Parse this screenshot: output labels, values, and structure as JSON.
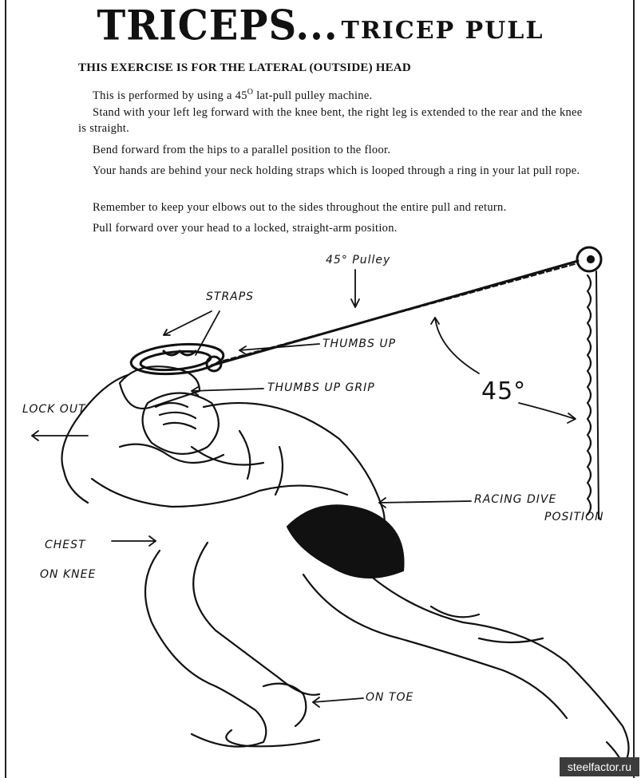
{
  "title": {
    "main": "TRICEPS...",
    "sub": "TRICEP PULL"
  },
  "subhead": "THIS EXERCISE IS FOR THE LATERAL (OUTSIDE) HEAD",
  "paragraphs": {
    "p1_pre": "This is performed by using a 45",
    "p1_sup": "O",
    "p1_post": " lat-pull pulley machine.",
    "p2": "Stand with your left leg forward with the knee bent, the right leg is extended to the rear and the knee is straight.",
    "p3": "Bend forward from the hips to a parallel position to the floor.",
    "p4": "Your hands are behind your neck holding straps which is looped through a ring in your lat pull rope.",
    "p5": "Remember to keep your elbows out to the sides throughout the entire pull and return.",
    "p6": "Pull forward over your head to a locked, straight-arm position."
  },
  "annotations": {
    "pulley": "45° Pulley",
    "straps": "STRAPS",
    "thumbs_up": "THUMBS UP",
    "thumbs_up_grip": "THUMBS UP GRIP",
    "angle": "45°",
    "lock_out": "LOCK OUT",
    "racing_dive_1": "RACING DIVE",
    "racing_dive_2": "POSITION",
    "chest": "CHEST",
    "on_knee": "ON KNEE",
    "on_toe": "ON TOE"
  },
  "watermark": "steelfactor.ru"
}
